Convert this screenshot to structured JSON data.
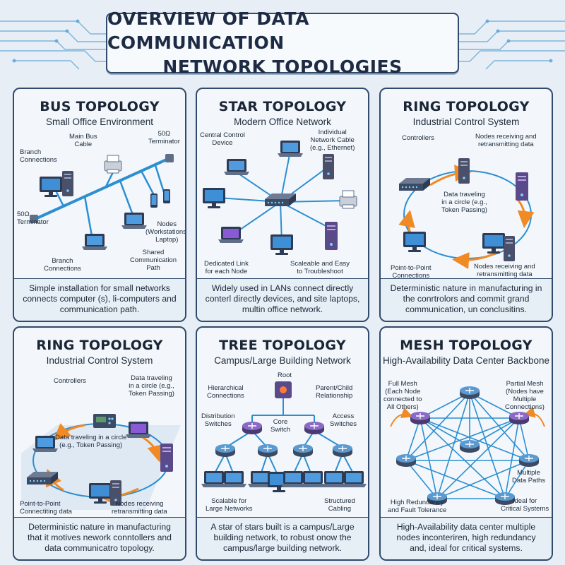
{
  "title": {
    "line1": "OVERVIEW OF DATA COMMUNICATION",
    "line2": "NETWORK TOPOLOGIES"
  },
  "colors": {
    "panel_border": "#2f4a6b",
    "cable": "#2c8fd1",
    "arrow": "#f08a24",
    "device_purple": "#5b4a8a",
    "device_navy": "#2e3b55"
  },
  "panels": [
    {
      "title": "BUS TOPOLOGY",
      "subtitle": "Small Office Environment",
      "labels": {
        "main_bus": "Main Bus\nCable",
        "terminator_top": "50Ω\nTerminator",
        "branch_top": "Branch\nConnections",
        "terminator_left": "50Ω\nTerminator",
        "nodes": "Nodes\n(Workstations,\nLaptop)",
        "branch_bottom": "Branch\nConnections",
        "shared": "Shared\nCommunication\nPath"
      },
      "footer": "Simple installation for small networks connects computer (s), li-computers and communication path."
    },
    {
      "title": "STAR TOPOLOGY",
      "subtitle": "Modern Office Network",
      "labels": {
        "central": "Central Control\nDevice",
        "individual": "Individual\nNetwork Cable\n(e.g., Ethernet)",
        "dedicated": "Dedicated Link\nfor each Node",
        "scaleable": "Scaleable and Easy\nto Troubleshoot"
      },
      "footer": "Widely used in LANs connect directly conterl directly devices, and site laptops, multin office network."
    },
    {
      "title": "RING TOPOLOGY",
      "subtitle": "Industrial Control System",
      "labels": {
        "controllers": "Controllers",
        "nodes_top": "Nodes receiving and\nretransmitting data",
        "center": "Data traveling\nin a circle (e.g.,\nToken Passing)",
        "p2p": "Point-to-Point\nConnections",
        "nodes_bottom": "Nodes receiving and\nretransmitting data"
      },
      "footer": "Deterministic nature in manufacturing in the conrtrolors and commit grand communication, un conclusitins."
    },
    {
      "title": "RING TOPOLOGY",
      "subtitle": "Industrial Control System",
      "labels": {
        "controllers": "Controllers",
        "data_top": "Data traveling\nin a circle (e.g.,\nToken Passing)",
        "center": "Data traveling in a circle\n(e.g., Token Passing)",
        "p2p": "Point-to-Point\nConnectiting data",
        "nodes": "Nodes receiving\nretransmitting data"
      },
      "footer": "Deterministic nature in manufacturing that it motives nework conntollers and data communicatro topology."
    },
    {
      "title": "TREE TOPOLOGY",
      "subtitle": "Campus/Large Building Network",
      "labels": {
        "root": "Root",
        "hier": "Hierarchical\nConnections",
        "parent": "Parent/Child\nRelationship",
        "dist": "Distribution\nSwitches",
        "core": "Core\nSwitch",
        "access": "Access\nSwitches",
        "scal": "Scalable for\nLarge Networks",
        "struct": "Structured\nCabling"
      },
      "footer": "A star of stars built is a campus/Large building network, to robust onow the campus/large building network."
    },
    {
      "title": "MESH TOPOLOGY",
      "subtitle": "High-Availability Data Center Backbone",
      "labels": {
        "full": "Full Mesh\n(Each Node\nconnected to\nAll Others)",
        "partial": "Partial Mesh\n(Nodes have\nMultiple\nConnections)",
        "multiple": "Multiple\nData Paths",
        "high": "High Redundancy\nand Fault Tolerance",
        "ideal": "Ideal for\nCritical Systems"
      },
      "footer": "High-Availability data center multiple nodes inconteriren, high redundancy and, ideal for critical systems."
    }
  ]
}
